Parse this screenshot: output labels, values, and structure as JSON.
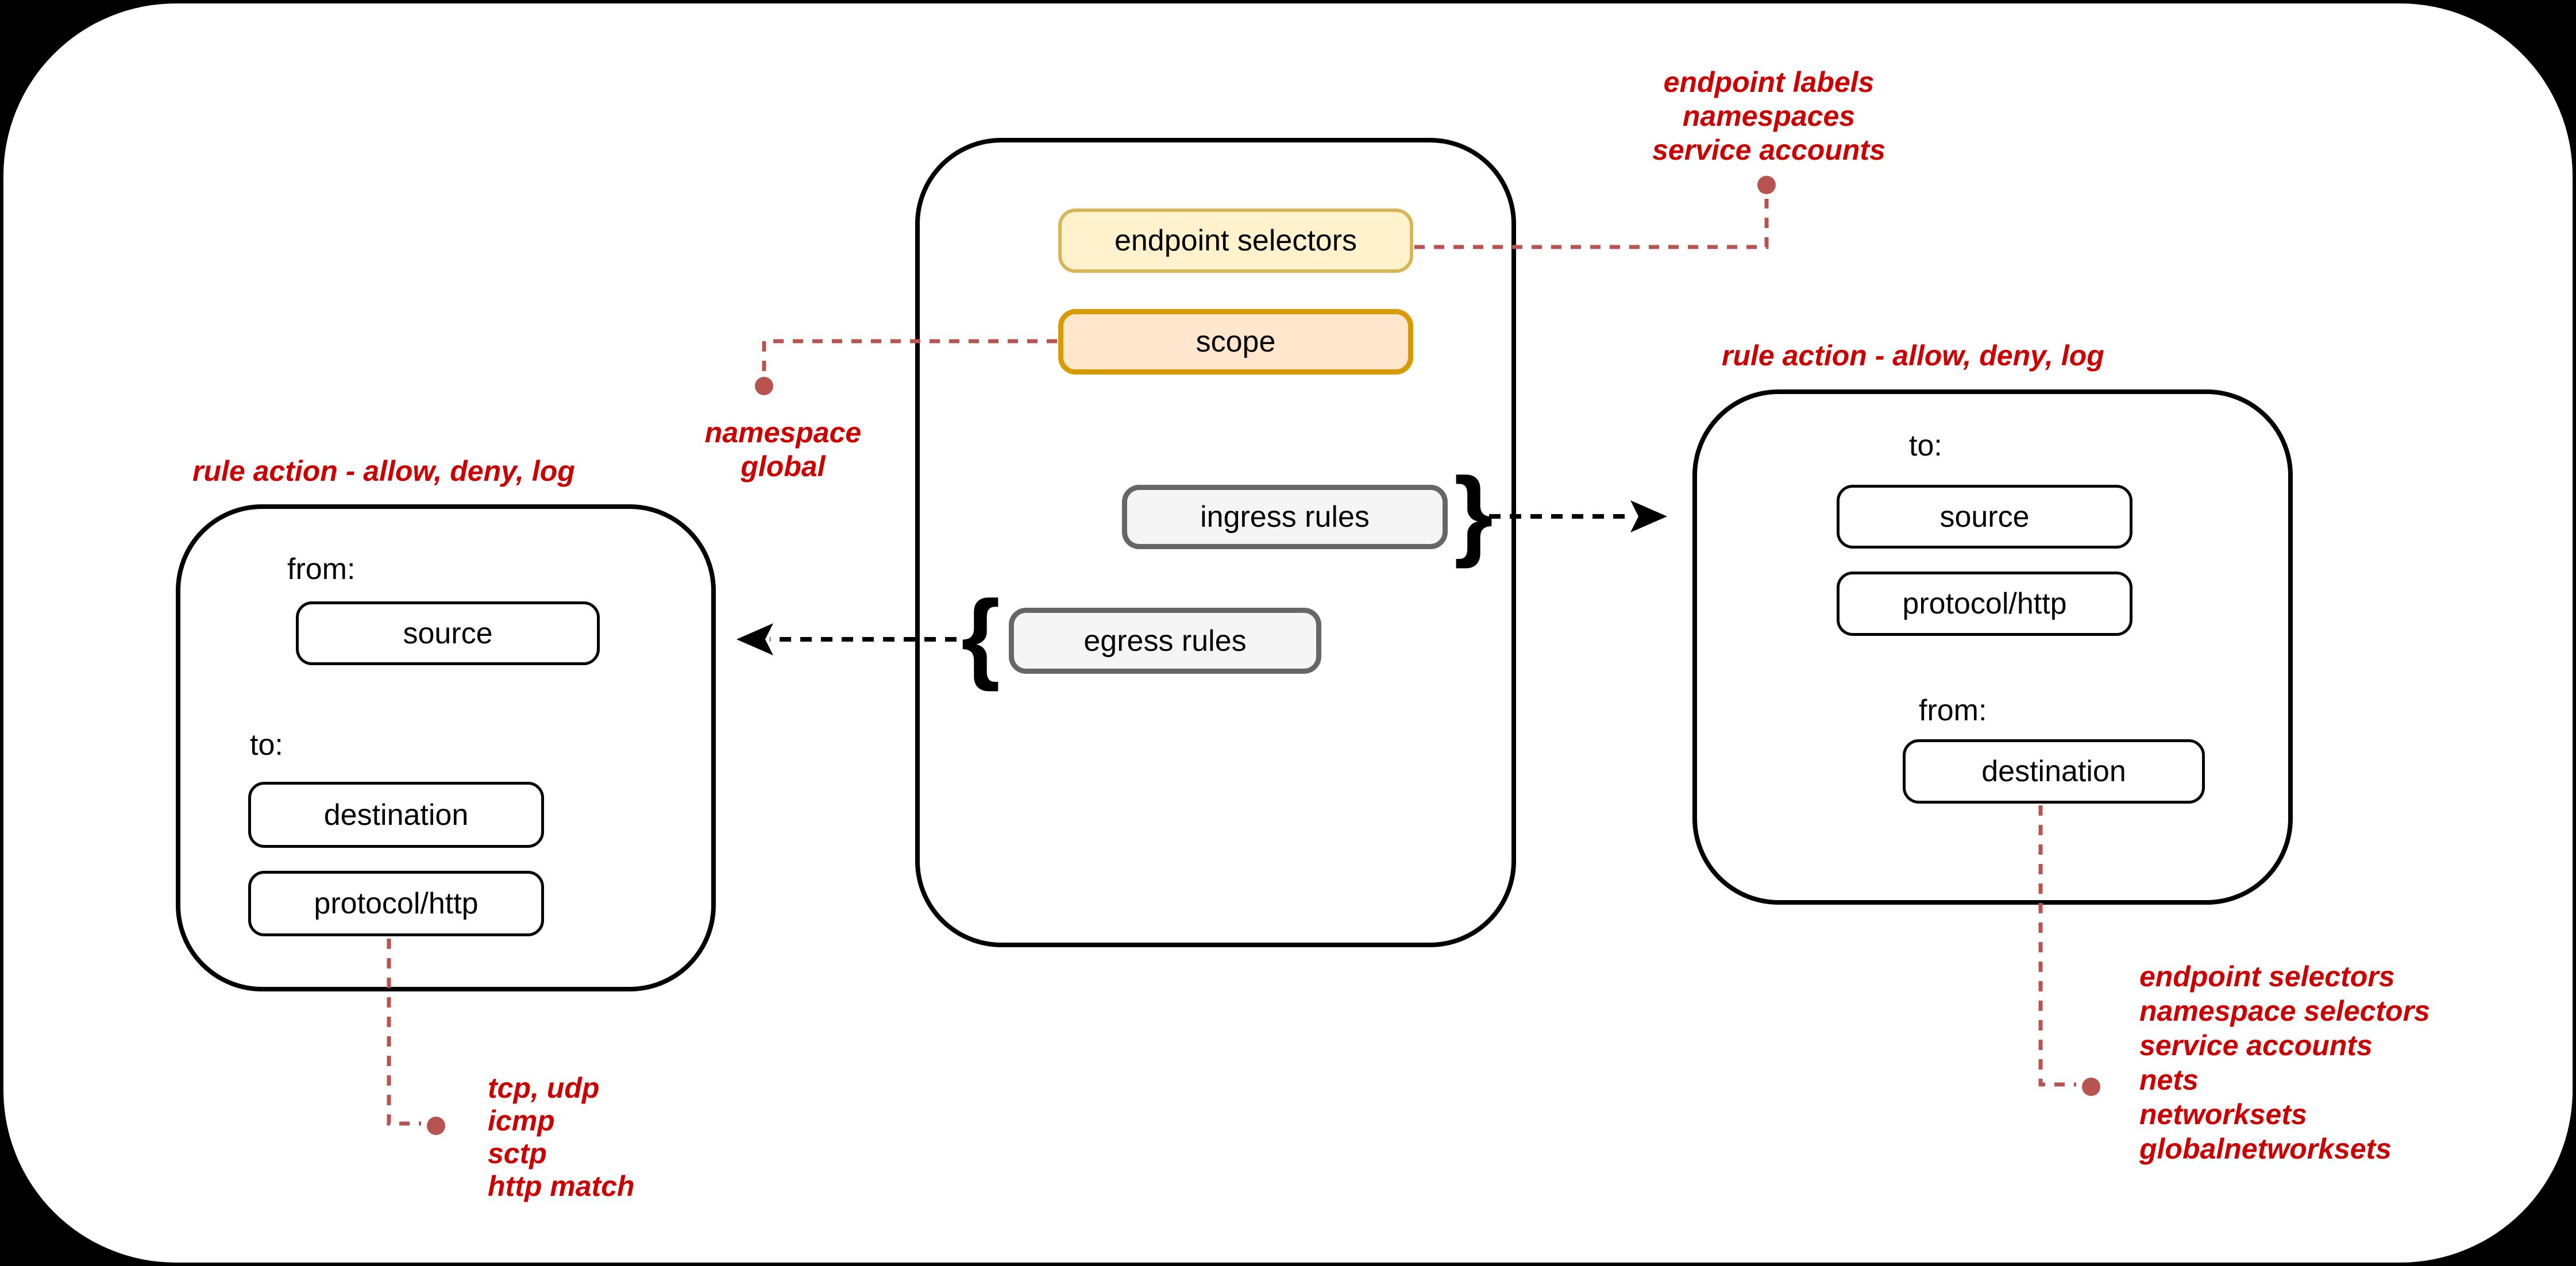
{
  "colors": {
    "annotation_text": "#CC0000",
    "connector": "#B85450",
    "yellow_fill": "#FFF2CC",
    "yellow_border": "#D6B656",
    "orange_fill": "#FFE6CC",
    "orange_border": "#D79B00",
    "gray_fill": "#F5F5F5",
    "gray_border": "#666666",
    "frame": "#000000"
  },
  "policy_container": {
    "endpoint_selectors": "endpoint selectors",
    "scope": "scope",
    "ingress_rules": "ingress rules",
    "egress_rules": "egress rules",
    "ingress_brace": "}",
    "egress_brace": "{"
  },
  "egress_detail": {
    "title": "rule action - allow, deny, log",
    "from_label": "from:",
    "source": "source",
    "to_label": "to:",
    "destination": "destination",
    "protocol": "protocol/http"
  },
  "ingress_detail": {
    "title": "rule action - allow, deny, log",
    "to_label": "to:",
    "source": "source",
    "protocol": "protocol/http",
    "from_label": "from:",
    "destination": "destination"
  },
  "notes": {
    "endpoint_selectors_note": {
      "lines": [
        "endpoint labels",
        "namespaces",
        "service accounts"
      ]
    },
    "scope_note": {
      "lines": [
        "namespace",
        "global"
      ]
    },
    "protocol_note": {
      "lines": [
        "tcp, udp",
        "icmp",
        "sctp",
        "http match"
      ]
    },
    "destination_note": {
      "lines": [
        "endpoint selectors",
        "namespace selectors",
        "service accounts",
        "nets",
        "networksets",
        "globalnetworksets"
      ]
    }
  }
}
